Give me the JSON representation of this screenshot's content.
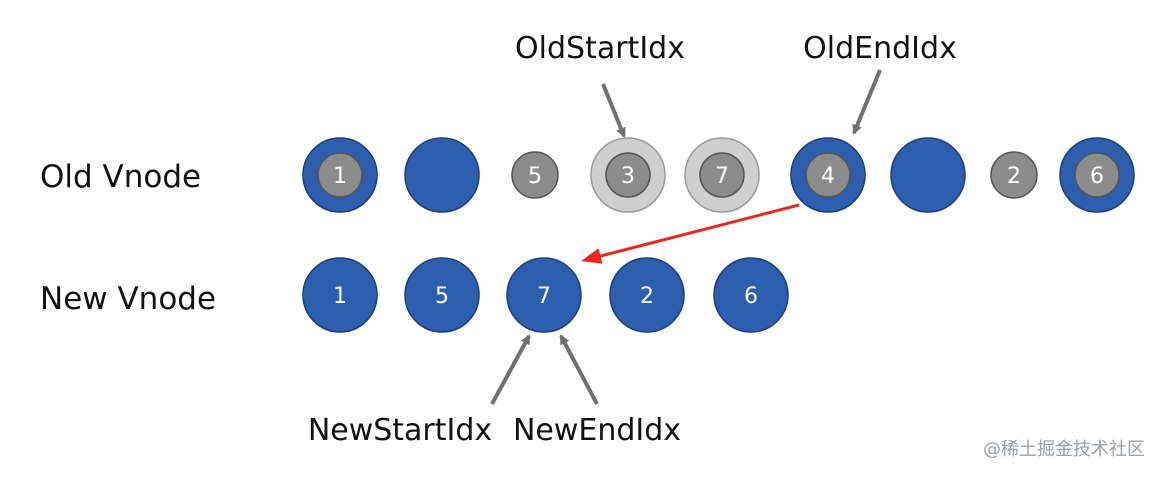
{
  "rows": {
    "old_label": "Old Vnode",
    "new_label": "New Vnode"
  },
  "old_vnodes": [
    {
      "label": "1",
      "style": "blue-with-gray"
    },
    {
      "label": "",
      "style": "blue"
    },
    {
      "label": "5",
      "style": "gray-small"
    },
    {
      "label": "3",
      "style": "light-ring"
    },
    {
      "label": "7",
      "style": "light-ring"
    },
    {
      "label": "4",
      "style": "blue-with-gray"
    },
    {
      "label": "",
      "style": "blue"
    },
    {
      "label": "2",
      "style": "gray-small"
    },
    {
      "label": "6",
      "style": "blue-with-gray"
    }
  ],
  "new_vnodes": [
    {
      "label": "1"
    },
    {
      "label": "5"
    },
    {
      "label": "7"
    },
    {
      "label": "2"
    },
    {
      "label": "6"
    }
  ],
  "pointers": {
    "old_start": "OldStartIdx",
    "old_end": "OldEndIdx",
    "new_start": "NewStartIdx",
    "new_end": "NewEndIdx"
  },
  "watermark": "@稀土掘金技术社区",
  "colors": {
    "blue": "#2d5fae",
    "blue_stroke": "#1b3f7a",
    "gray": "#8c8c8c",
    "gray_stroke": "#555555",
    "light": "#cfcfcf",
    "light_stroke": "#9a9a9a",
    "arrow_gray": "#707070",
    "arrow_red": "#e8281e"
  }
}
